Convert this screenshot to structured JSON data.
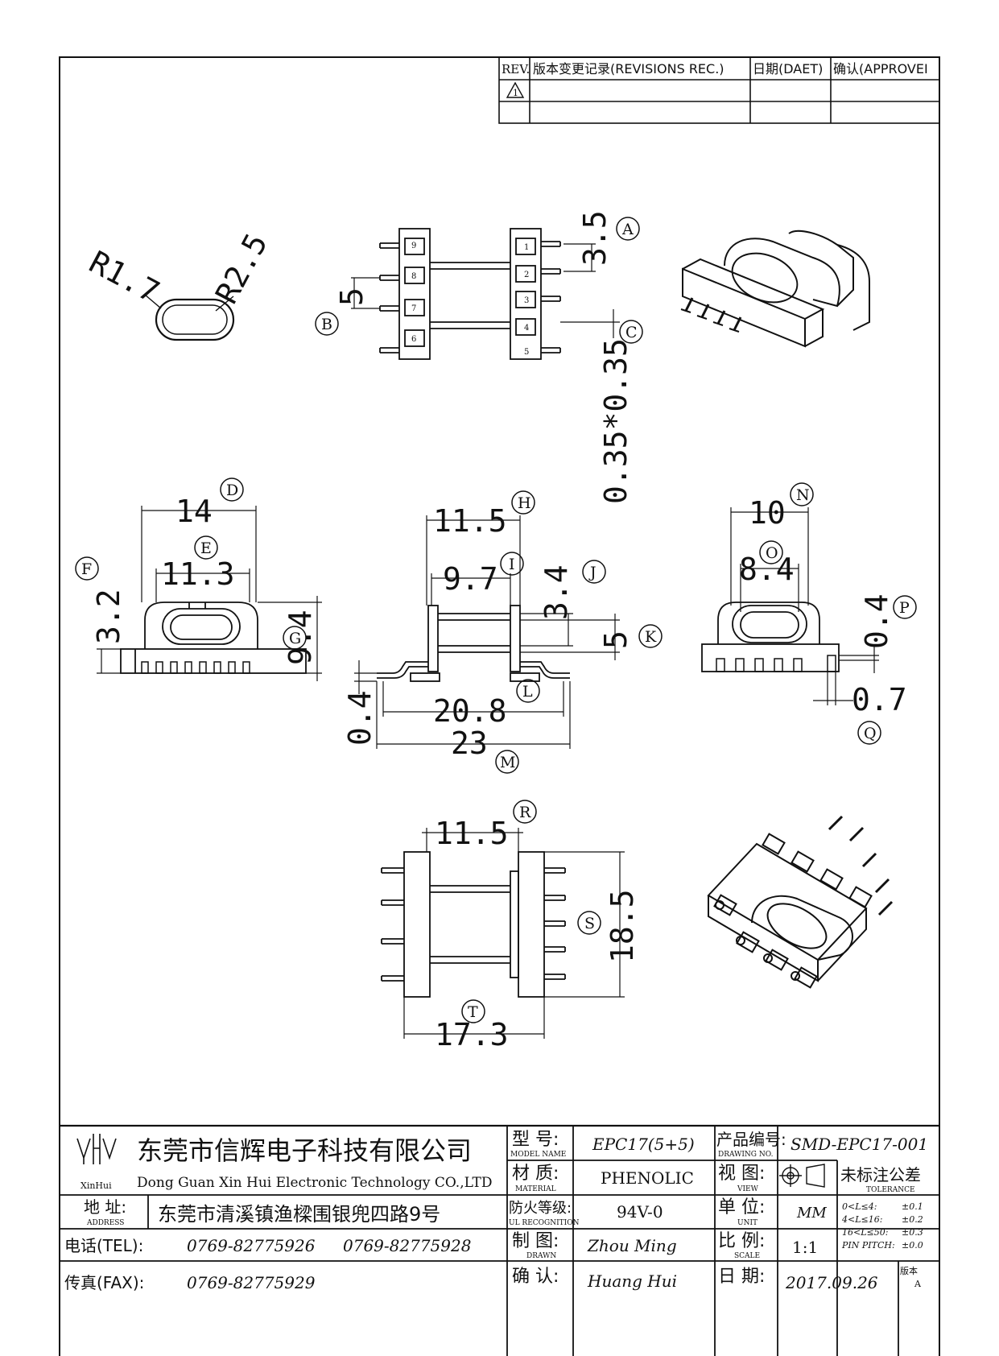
{
  "revision_table": {
    "rev_header": "REV.",
    "record_header": "版本变更记录(REVISIONS REC.)",
    "date_header": "日期(DAET)",
    "approve_header": "确认(APPROVEI"
  },
  "dimensions": {
    "r_small": "R1.7",
    "r_large": "R2.5",
    "top_3_5": "3.5",
    "top_5": "5",
    "pin_section": "0.35*0.35",
    "side_14": "14",
    "side_11_3": "11.3",
    "side_3_2": "3.2",
    "side_9_4": "9.4",
    "front_11_5": "11.5",
    "front_9_7": "9.7",
    "front_3_4": "3.4",
    "front_5": "5",
    "front_0_4": "0.4",
    "front_20_8": "20.8",
    "front_23": "23",
    "right_10": "10",
    "right_8_4": "8.4",
    "right_0_4": "0.4",
    "right_0_7": "0.7",
    "bottom_11_5": "11.5",
    "bottom_18_5": "18.5",
    "bottom_17_3": "17.3"
  },
  "callouts": [
    "A",
    "B",
    "C",
    "D",
    "E",
    "F",
    "G",
    "H",
    "I",
    "J",
    "K",
    "L",
    "M",
    "N",
    "O",
    "P",
    "Q",
    "R",
    "S",
    "T"
  ],
  "pin_numbers": [
    "9",
    "8",
    "7",
    "6",
    "1",
    "2",
    "3",
    "4",
    "5"
  ],
  "title_block": {
    "logo_text": "XinHui",
    "company_cn": "东莞市信辉电子科技有限公司",
    "company_en": "Dong Guan Xin Hui Electronic Technology CO.,LTD",
    "address_label_cn": "地 址:",
    "address_label_en": "ADDRESS",
    "address": "东莞市清溪镇渔樑围银兜四路9号",
    "tel_label": "电话(TEL):",
    "tel_1": "0769-82775926",
    "tel_2": "0769-82775928",
    "fax_label": "传真(FAX):",
    "fax": "0769-82775929",
    "model_label_cn": "型 号:",
    "model_label_en": "MODEL NAME",
    "model": "EPC17(5+5)",
    "material_label_cn": "材 质:",
    "material_label_en": "MATERIAL",
    "material": "PHENOLIC",
    "ul_label_cn": "防火等级:",
    "ul_label_en": "UL RECOGNITION",
    "ul": "94V-0",
    "drawn_label_cn": "制 图:",
    "drawn_label_en": "DRAWN",
    "drawn": "Zhou Ming",
    "confirm_label_cn": "确 认:",
    "confirm": "Huang Hui",
    "drawing_no_label_cn": "产品编号:",
    "drawing_no_label_en": "DRAWING NO.",
    "drawing_no": "SMD-EPC17-001",
    "view_label_cn": "视 图:",
    "view_label_en": "VIEW",
    "tolerance_cn": "未标注公差",
    "tolerance_en": "TOLERANCE",
    "tol_range_1": "0<L≤4:",
    "tol_val_1": "±0.1",
    "tol_range_2": "4<L≤16:",
    "tol_val_2": "±0.2",
    "tol_range_3": "16<L≤50:",
    "tol_val_3": "±0.3",
    "tol_range_4": "PIN PITCH:",
    "tol_val_4": "±0.0",
    "unit_label_cn": "单 位:",
    "unit_label_en": "UNIT",
    "unit": "MM",
    "scale_label_cn": "比 例:",
    "scale_label_en": "SCALE",
    "scale": "1:1",
    "date_label_cn": "日 期:",
    "date": "2017.09.26",
    "version_label": "版本",
    "version": "A"
  }
}
